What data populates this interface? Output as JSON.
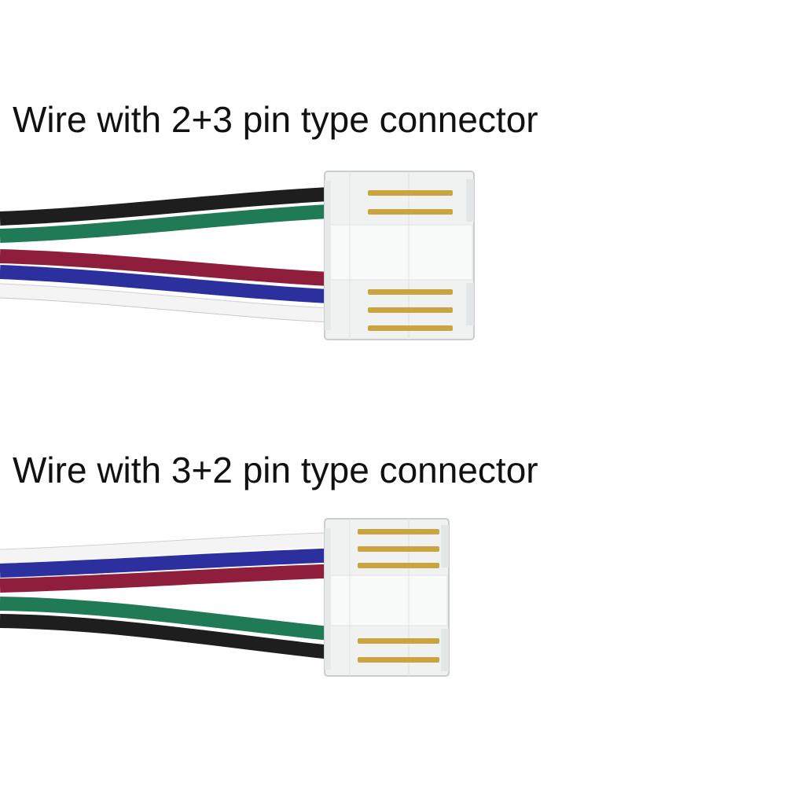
{
  "captions": {
    "top": "Wire with 2+3 pin type connector",
    "bottom": "Wire with 3+2 pin type connector"
  },
  "colors": {
    "background": "#ffffff",
    "wire_black": "#1e1e1e",
    "wire_green": "#1f7a55",
    "wire_red": "#8e1e3c",
    "wire_blue": "#2c2f9e",
    "wire_white": "#f4f4f4",
    "pin_gold": "#c9a441",
    "connector_clear": "#f0f2f2"
  },
  "assemblies": [
    {
      "name": "2+3 pin type connector",
      "wire_order": [
        "black",
        "green",
        "red",
        "blue",
        "white"
      ],
      "pin_groups": [
        2,
        3
      ]
    },
    {
      "name": "3+2 pin type connector",
      "wire_order": [
        "white",
        "blue",
        "red",
        "green",
        "black"
      ],
      "pin_groups": [
        3,
        2
      ]
    }
  ]
}
